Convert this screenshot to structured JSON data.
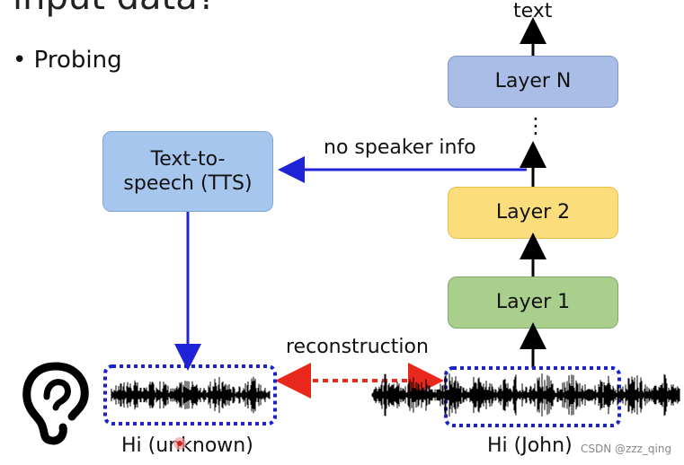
{
  "slide": {
    "title_partial": "input data?",
    "bullet": "Probing"
  },
  "diagram": {
    "top_label": "text",
    "layers": {
      "layer_n": "Layer N",
      "layer_2": "Layer 2",
      "layer_1": "Layer 1"
    },
    "ellipsis": "⋮",
    "tts_line1": "Text-to-",
    "tts_line2": "speech (TTS)",
    "arrow_label": "no speaker info",
    "reconstruction_label": "reconstruction",
    "left_audio_caption_a": "Hi (u",
    "left_audio_caption_b": "nknown)",
    "right_audio_caption": "Hi (John)"
  },
  "watermark": "CSDN @zzz_qing",
  "colors": {
    "blue_arrow": "#1f23d6",
    "red_dashes": "#e8281c",
    "dashed_box": "#1b22c9",
    "layer_n": "#a9bde6",
    "layer_2": "#fbdd7c",
    "layer_1": "#a9cf8d",
    "tts": "#a7c6ee"
  },
  "icons": [
    "ear-icon",
    "cursor-dot-icon"
  ]
}
